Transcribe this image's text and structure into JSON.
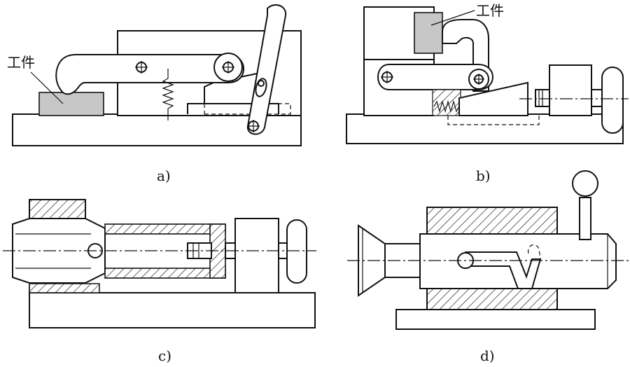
{
  "panels": [
    {
      "id": "a",
      "caption": "a)",
      "workpiece_label": "工件"
    },
    {
      "id": "b",
      "caption": "b)",
      "workpiece_label": "工件"
    },
    {
      "id": "c",
      "caption": "c)"
    },
    {
      "id": "d",
      "caption": "d)"
    }
  ],
  "colors": {
    "line": "#111111",
    "workpiece_fill": "#c7c7c7",
    "background": "#ffffff"
  }
}
